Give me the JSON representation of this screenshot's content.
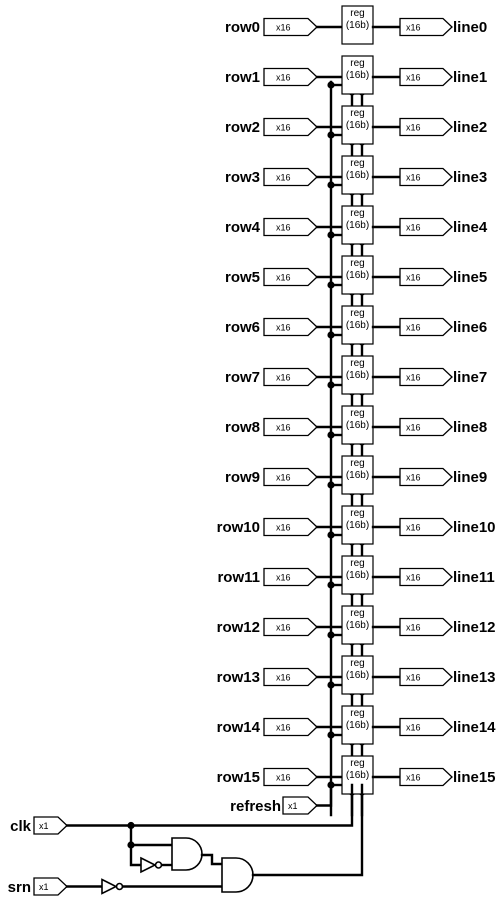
{
  "registers": [
    {
      "input": "row0",
      "output": "line0"
    },
    {
      "input": "row1",
      "output": "line1"
    },
    {
      "input": "row2",
      "output": "line2"
    },
    {
      "input": "row3",
      "output": "line3"
    },
    {
      "input": "row4",
      "output": "line4"
    },
    {
      "input": "row5",
      "output": "line5"
    },
    {
      "input": "row6",
      "output": "line6"
    },
    {
      "input": "row7",
      "output": "line7"
    },
    {
      "input": "row8",
      "output": "line8"
    },
    {
      "input": "row9",
      "output": "line9"
    },
    {
      "input": "row10",
      "output": "line10"
    },
    {
      "input": "row11",
      "output": "line11"
    },
    {
      "input": "row12",
      "output": "line12"
    },
    {
      "input": "row13",
      "output": "line13"
    },
    {
      "input": "row14",
      "output": "line14"
    },
    {
      "input": "row15",
      "output": "line15"
    }
  ],
  "bus_width_label": "x16",
  "single_width_label": "x1",
  "register_block": {
    "title": "reg",
    "subtitle": "(16b)"
  },
  "control_inputs": {
    "refresh": "refresh",
    "clk": "clk",
    "srn": "srn"
  },
  "colors": {
    "ink": "#000000",
    "background": "#ffffff"
  }
}
